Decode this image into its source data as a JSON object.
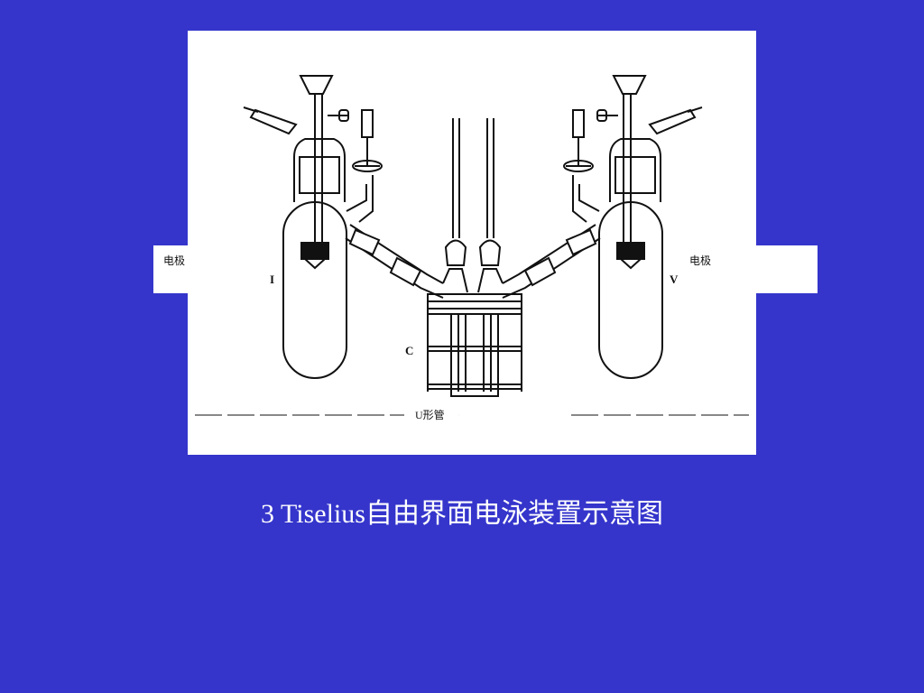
{
  "labels": {
    "electrode_left": "电极",
    "electrode_right": "电极",
    "u_tube": "U形管",
    "mark_left": "I",
    "mark_right": "V",
    "mark_center": "C"
  },
  "caption": "3  Tiselius自由界面电泳装置示意图",
  "colors": {
    "background": "#3535cc",
    "panel": "#ffffff",
    "ink": "#111111"
  }
}
